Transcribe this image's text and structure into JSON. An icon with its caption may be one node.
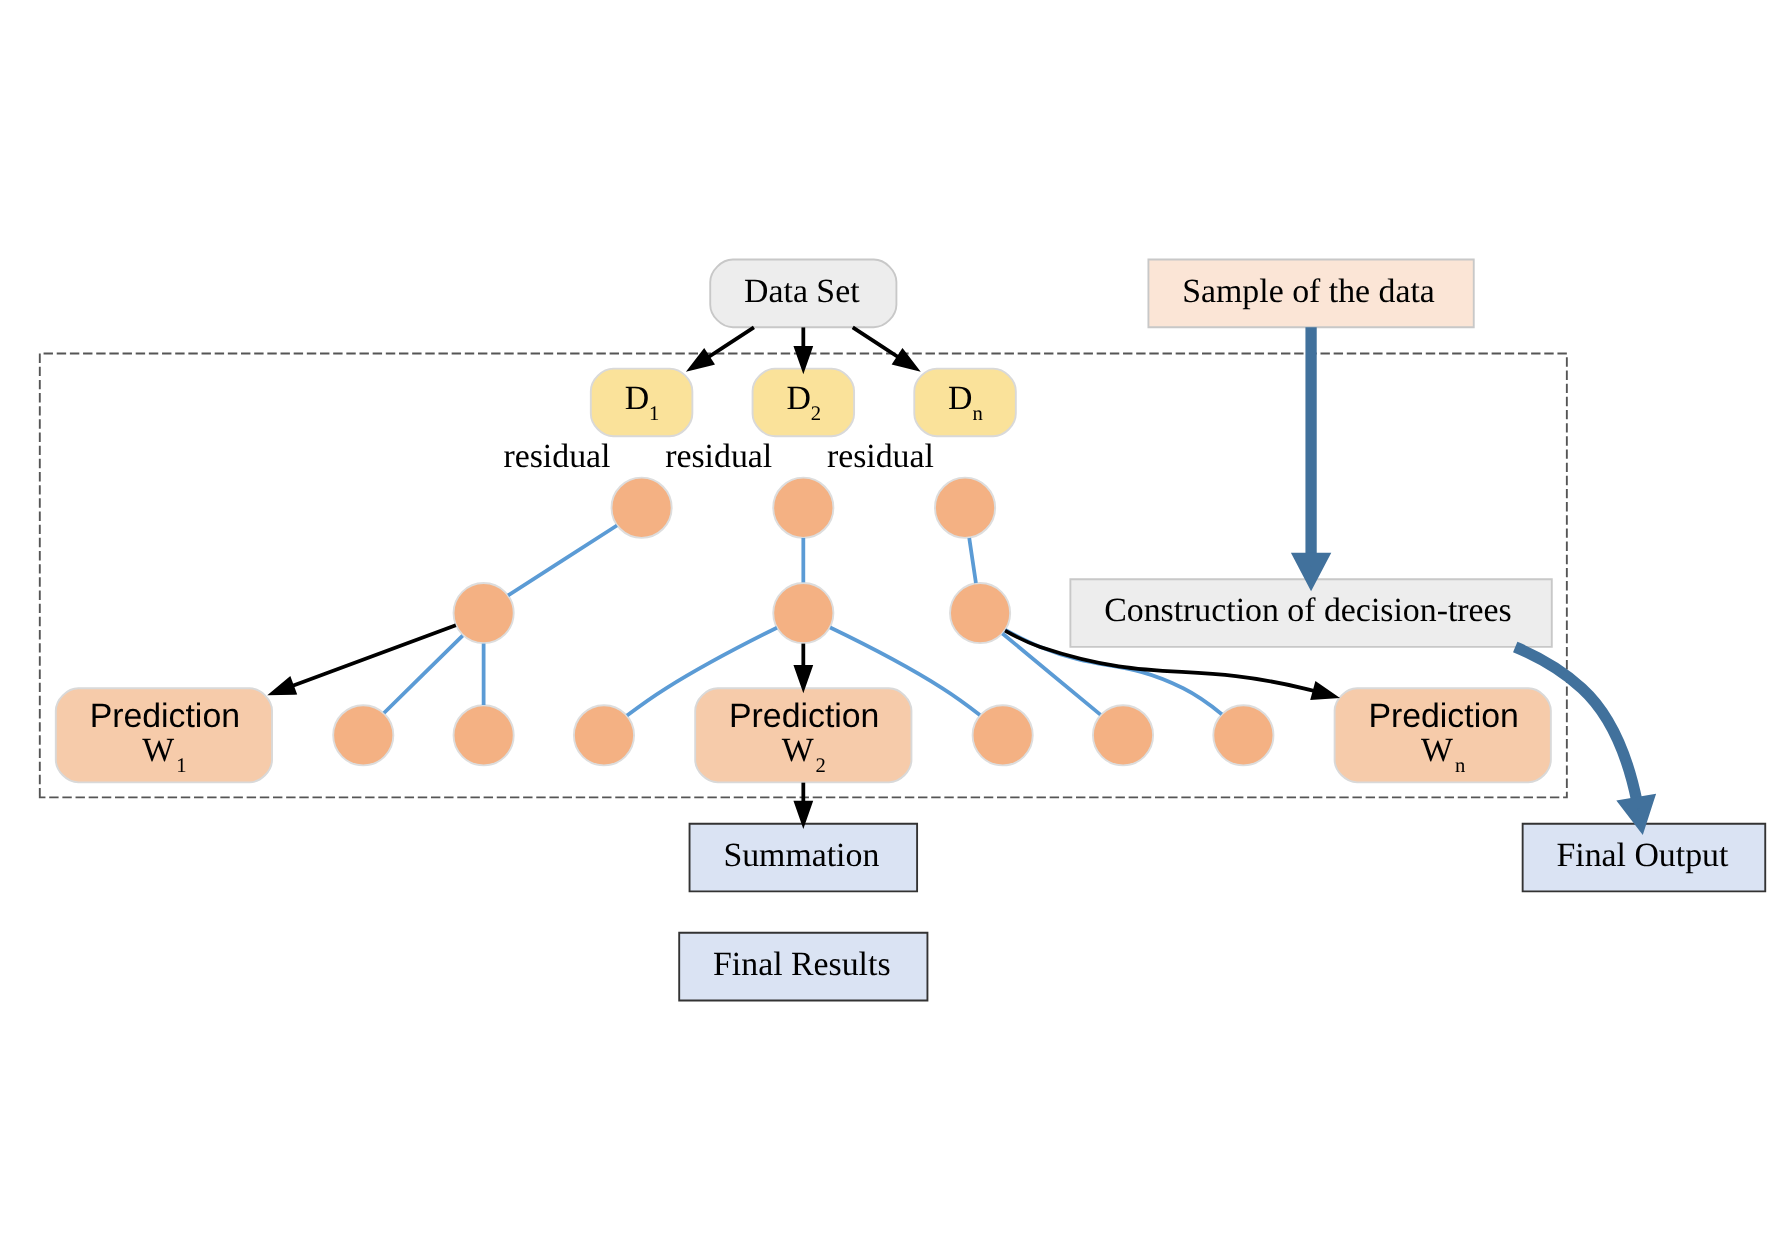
{
  "diagram": {
    "nodes": [
      {
        "text": [
          "Data Set"
        ]
      },
      {
        "text": [
          "Sample of the data"
        ]
      },
      {
        "text": [],
        "shape": "box"
      },
      {
        "text": [
          "D$_{1}$"
        ],
        "in": 2
      },
      {
        "text": [
          "D$_{2}$"
        ],
        "in": 2
      },
      {
        "text": [
          "D$_{n}$"
        ],
        "in": 2
      },
      {
        "text": [],
        "shape": "circle",
        "in": 2,
        "beside": [
          "residual"
        ]
      },
      {
        "text": [],
        "shape": "circle",
        "in": 2
      },
      {
        "text": [],
        "shape": "circle",
        "in": 2
      },
      {
        "text": [],
        "shape": "circle",
        "in": 2
      },
      {
        "text": [],
        "shape": "circle",
        "in": 2,
        "beside": [
          "residual"
        ]
      },
      {
        "text": [],
        "shape": "circle",
        "in": 2
      },
      {
        "text": [],
        "shape": "circle",
        "in": 2
      },
      {
        "text": [],
        "shape": "circle",
        "in": 2
      },
      {
        "text": [],
        "shape": "circle",
        "in": 2,
        "beside": [
          "residual"
        ]
      },
      {
        "text": [],
        "shape": "circle",
        "in": 2
      },
      {
        "text": [],
        "shape": "circle",
        "in": 2
      },
      {
        "text": [],
        "shape": "circle",
        "in": 2
      },
      {
        "text": [
          "Prediction",
          "W$_{1}$"
        ],
        "in": 2
      },
      {
        "text": [
          "Prediction",
          "W$_{2}$"
        ],
        "in": 2
      },
      {
        "text": [
          "Prediction",
          "W$_{n}$"
        ],
        "in": 2
      },
      {
        "text": [
          "Construction of decision-trees"
        ],
        "in": 2
      },
      {
        "text": [
          "Summation"
        ]
      },
      {
        "text": [
          "Final Output"
        ]
      },
      {
        "text": [
          "Final Results"
        ]
      }
    ],
    "edges": [
      {
        "from": 0,
        "to": 3,
        "arrow": "to",
        "color": "#000000"
      },
      {
        "from": 0,
        "to": 4,
        "arrow": "to",
        "color": "#000000"
      },
      {
        "from": 0,
        "to": 5,
        "arrow": "to",
        "color": "#000000"
      },
      {
        "from": 6,
        "to": 7,
        "arrow": "none",
        "color": "#5b9bd5"
      },
      {
        "from": 7,
        "to": 8,
        "arrow": "none",
        "color": "#5b9bd5"
      },
      {
        "from": 7,
        "to": 9,
        "arrow": "none",
        "color": "#5b9bd5"
      },
      {
        "from": 10,
        "to": 11,
        "arrow": "none",
        "color": "#5b9bd5"
      },
      {
        "from": 11,
        "to": 12,
        "arrow": "none",
        "color": "#5b9bd5"
      },
      {
        "from": 11,
        "to": 13,
        "arrow": "none",
        "color": "#5b9bd5"
      },
      {
        "from": 14,
        "to": 15,
        "arrow": "none",
        "color": "#5b9bd5"
      },
      {
        "from": 15,
        "to": 16,
        "arrow": "none",
        "color": "#5b9bd5"
      },
      {
        "from": 15,
        "to": 17,
        "arrow": "none",
        "color": "#5b9bd5"
      },
      {
        "from": 7,
        "to": 18,
        "arrow": "to",
        "color": "#000000"
      },
      {
        "from": 11,
        "to": 19,
        "arrow": "to",
        "color": "#000000"
      },
      {
        "from": 15,
        "to": 20,
        "arrow": "to",
        "color": "#000000"
      },
      {
        "from": 19,
        "to": 22,
        "arrow": "to",
        "color": "#000000"
      },
      {
        "from": 1,
        "to": 21,
        "arrow": "to",
        "style": "thick",
        "color": "#41719c"
      },
      {
        "from": 21,
        "to": 23,
        "arrow": "to",
        "style": "thick",
        "color": "#41719c"
      }
    ]
  }
}
